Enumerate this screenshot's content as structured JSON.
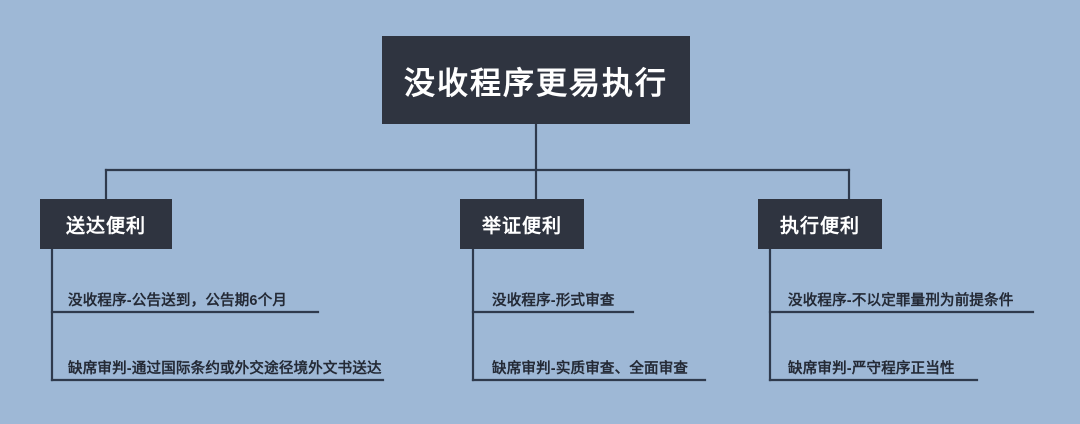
{
  "diagram": {
    "type": "hierarchy-tree",
    "background_color": "#9eb8d6",
    "node_color": "#2f3440",
    "node_text_color": "#ffffff",
    "line_color": "#2f3a4d",
    "leaf_text_color": "#242a36",
    "root": {
      "label": "没收程序更易执行"
    },
    "branches": [
      {
        "label": "送达便利",
        "leaves": [
          "没收程序-公告送到，公告期6个月",
          "缺席审判-通过国际条约或外交途径境外文书送达"
        ]
      },
      {
        "label": "举证便利",
        "leaves": [
          "没收程序-形式审查",
          "缺席审判-实质审查、全面审查"
        ]
      },
      {
        "label": "执行便利",
        "leaves": [
          "没收程序-不以定罪量刑为前提条件",
          "缺席审判-严守程序正当性"
        ]
      }
    ]
  }
}
